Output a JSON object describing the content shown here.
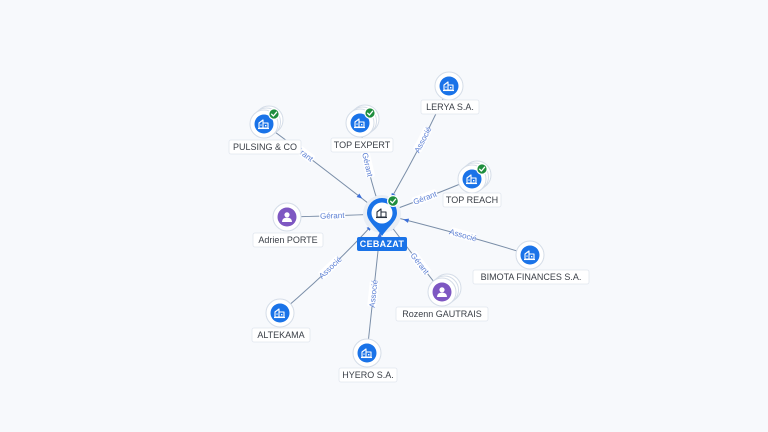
{
  "graph": {
    "center": {
      "id": "cebazat",
      "label": "CEBAZAT",
      "verified": true
    },
    "nodes": [
      {
        "id": "pulsing",
        "label": "PULSING & CO",
        "kind": "company",
        "verified": true,
        "stacked": true,
        "edge_label": "Gérant"
      },
      {
        "id": "topexpert",
        "label": "TOP EXPERT",
        "kind": "company",
        "verified": true,
        "stacked": true,
        "edge_label": "Gérant"
      },
      {
        "id": "lerya",
        "label": "LERYA S.A.",
        "kind": "company",
        "verified": false,
        "stacked": false,
        "edge_label": "Associé"
      },
      {
        "id": "topreach",
        "label": "TOP REACH",
        "kind": "company",
        "verified": true,
        "stacked": true,
        "edge_label": "Gérant"
      },
      {
        "id": "adrien",
        "label": "Adrien PORTE",
        "kind": "person",
        "verified": false,
        "stacked": false,
        "edge_label": "Gérant"
      },
      {
        "id": "bimota",
        "label": "BIMOTA FINANCES S.A.",
        "kind": "company",
        "verified": false,
        "stacked": false,
        "edge_label": "Associé"
      },
      {
        "id": "rozenn",
        "label": "Rozenn GAUTRAIS",
        "kind": "person",
        "verified": false,
        "stacked": true,
        "edge_label": "Gérant"
      },
      {
        "id": "altekama",
        "label": "ALTEKAMA",
        "kind": "company",
        "verified": false,
        "stacked": false,
        "edge_label": "Associé"
      },
      {
        "id": "hyero",
        "label": "HYERO S.A.",
        "kind": "company",
        "verified": false,
        "stacked": false,
        "edge_label": "Associé"
      }
    ],
    "colors": {
      "company": "#1a73e8",
      "person": "#7e57c2",
      "verified": "#1e8e3e",
      "edge": "#7a8ea8",
      "edge_label": "#5b7fd4"
    },
    "icons": {
      "company": "building-icon",
      "person": "person-icon",
      "verified": "check-badge-icon",
      "center": "map-pin-icon"
    }
  }
}
